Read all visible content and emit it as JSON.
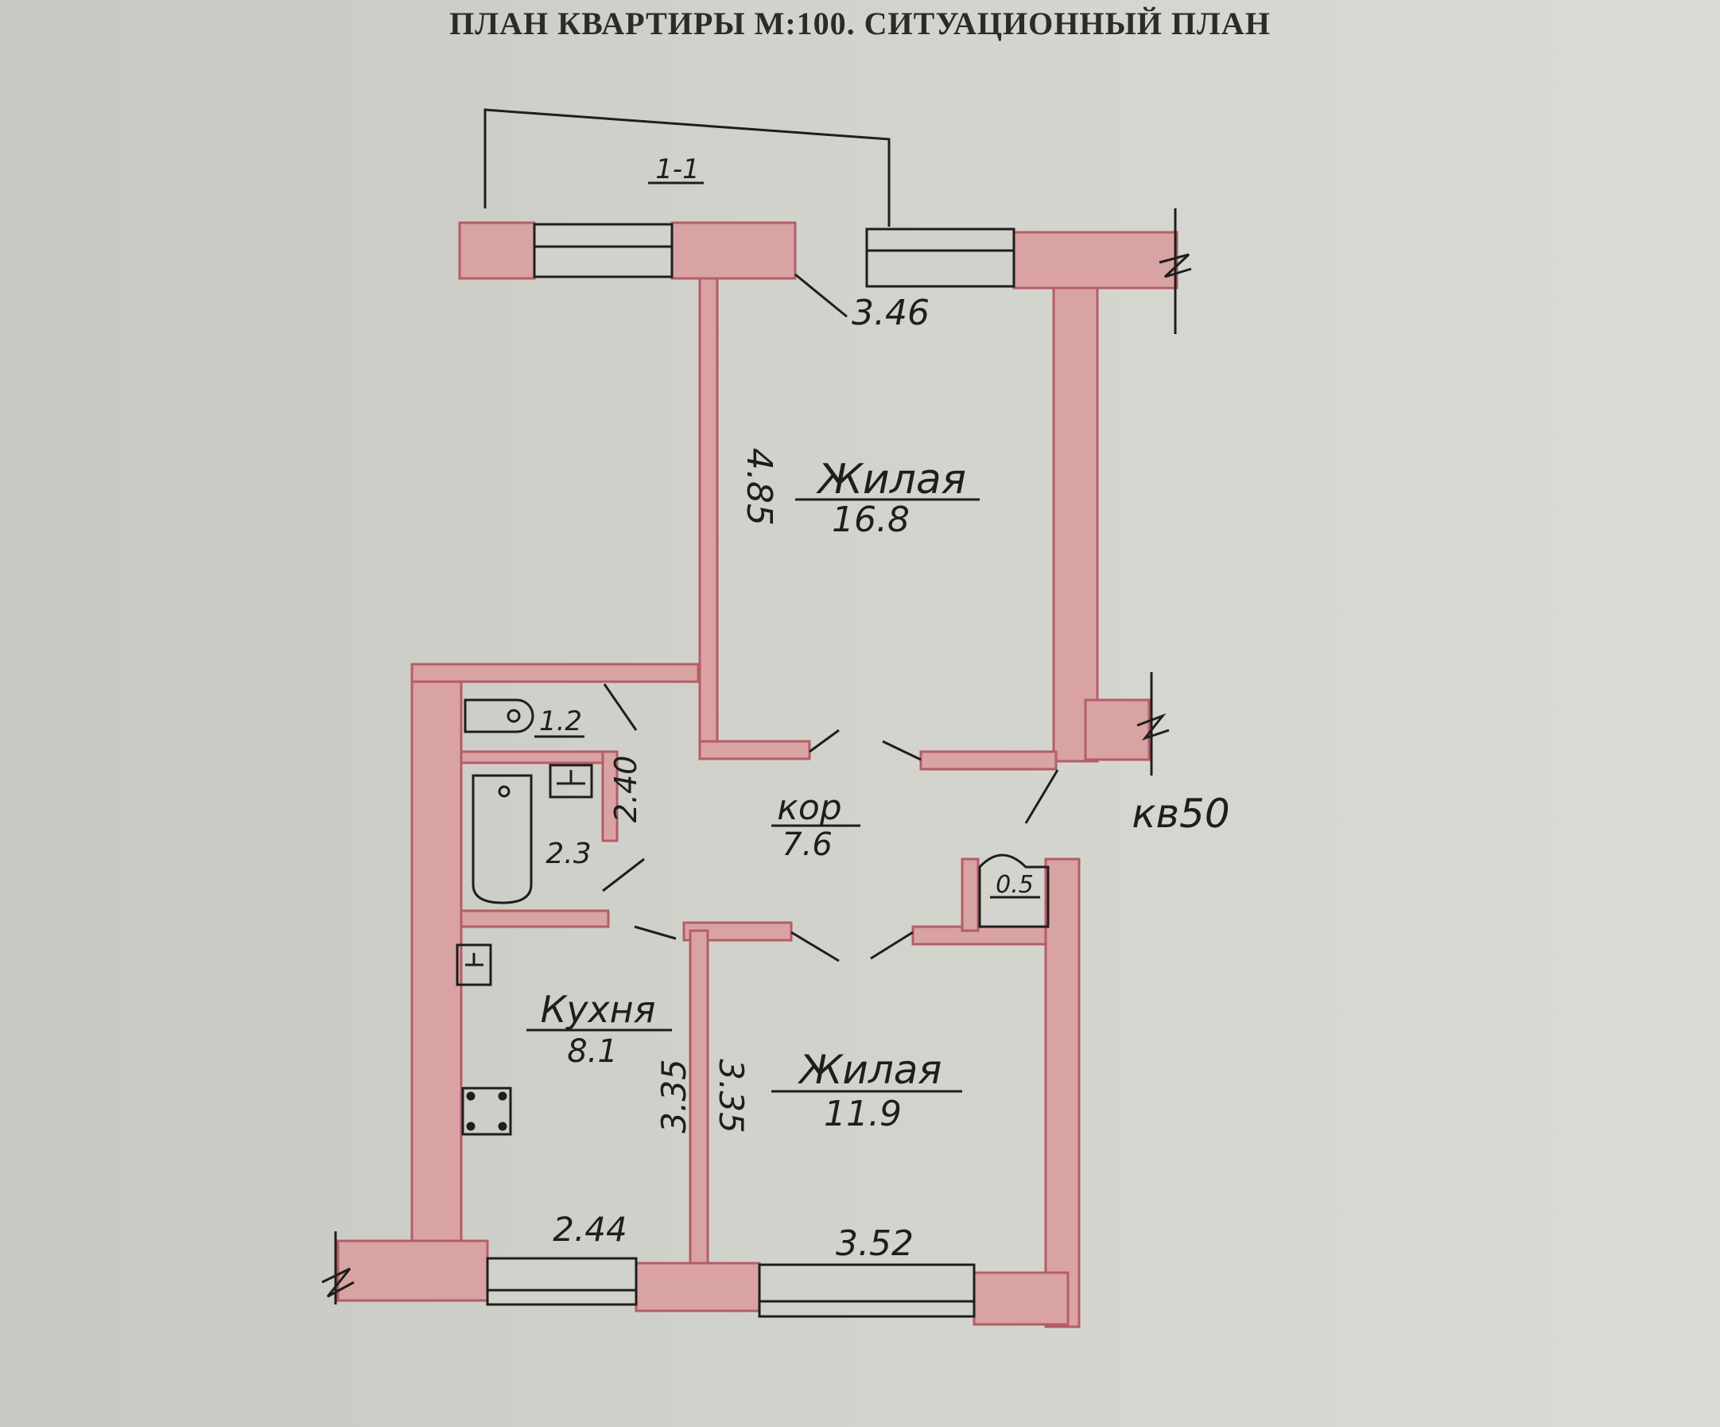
{
  "title": "ПЛАН КВАРТИРЫ М:100. СИТУАЦИОННЫЙ ПЛАН",
  "colors": {
    "wall_fill": "#d9a3a3",
    "wall_stroke": "#b55d66",
    "ink": "#1e1e1e",
    "paper": "#d2d2cc"
  },
  "rooms": {
    "balcony": {
      "label": "1-1"
    },
    "living1": {
      "name": "Жилая",
      "area": "16.8",
      "width": "3.46",
      "length": "4.85"
    },
    "wc": {
      "area": "1.2"
    },
    "bath": {
      "area": "2.3",
      "length": "2.40"
    },
    "corridor": {
      "name": "кор",
      "area": "7.6"
    },
    "pantry": {
      "area": "0.5"
    },
    "kitchen": {
      "name": "Кухня",
      "area": "8.1",
      "width": "2.44",
      "length": "3.35"
    },
    "living2": {
      "name": "Жилая",
      "area": "11.9",
      "width": "3.52",
      "length": "3.35"
    }
  },
  "apartment_code": "кв50"
}
